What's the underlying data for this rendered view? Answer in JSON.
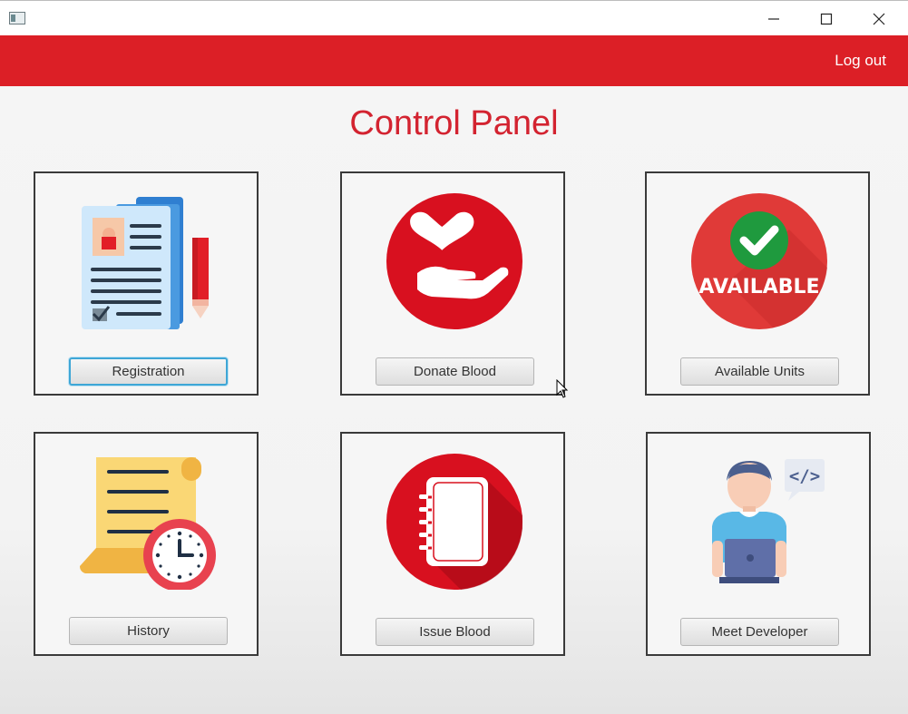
{
  "window": {
    "controls": [
      "minimize",
      "maximize",
      "close"
    ]
  },
  "header": {
    "logout_label": "Log out",
    "color": "#dc1f26"
  },
  "page": {
    "title": "Control Panel",
    "title_color": "#d32330"
  },
  "cards": [
    {
      "id": "registration",
      "icon": "registration-form-icon",
      "button_label": "Registration",
      "focused": true
    },
    {
      "id": "donate",
      "icon": "donate-blood-hand-heart-icon",
      "button_label": "Donate Blood"
    },
    {
      "id": "available",
      "icon": "available-check-icon",
      "icon_text": "AVAILABLE",
      "button_label": "Available Units"
    },
    {
      "id": "history",
      "icon": "history-scroll-clock-icon",
      "button_label": "History"
    },
    {
      "id": "issue",
      "icon": "issue-blood-notebook-icon",
      "button_label": "Issue Blood"
    },
    {
      "id": "developer",
      "icon": "developer-laptop-icon",
      "icon_text": "</>",
      "button_label": "Meet Developer"
    }
  ]
}
